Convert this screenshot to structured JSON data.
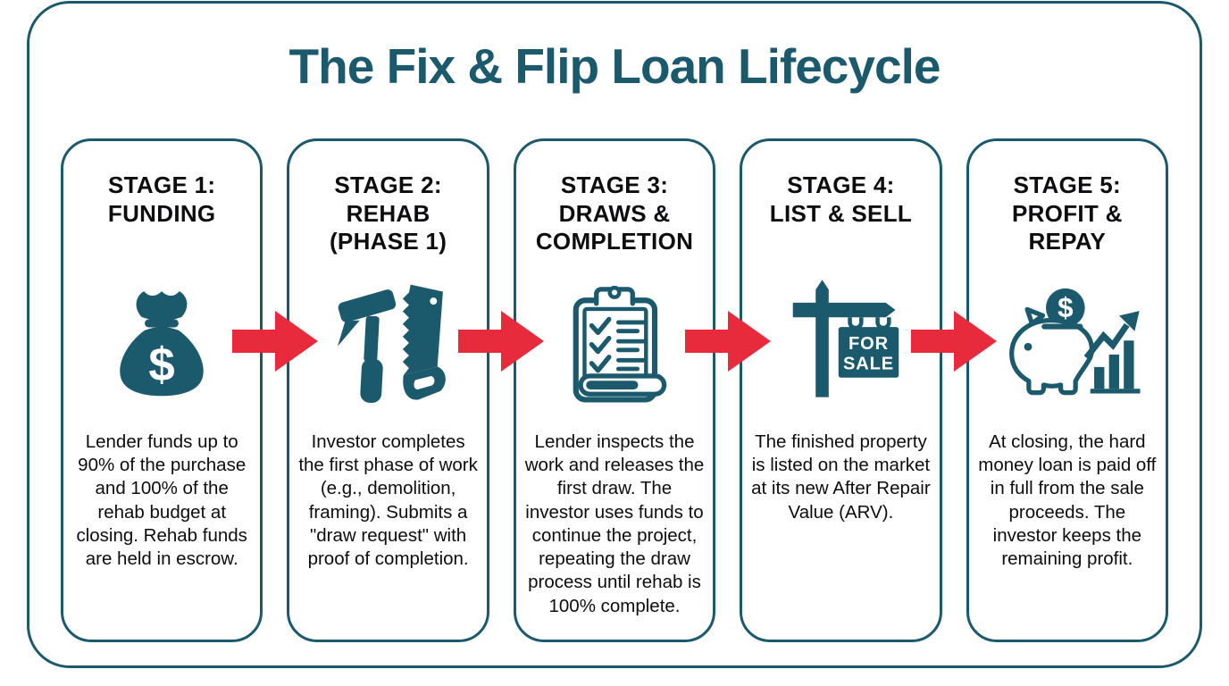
{
  "title": "The Fix & Flip Loan Lifecycle",
  "colors": {
    "teal": "#1B5A6C",
    "arrow_red": "#E72A3C",
    "heading_text": "#0D0D0F",
    "background": "#FFFFFF"
  },
  "glyphs": {
    "dollar": "$"
  },
  "stages": [
    {
      "heading_lines": [
        "STAGE 1:",
        "FUNDING"
      ],
      "icon": "money-bag-icon",
      "body": "Lender funds up to 90% of the purchase and 100% of the rehab budget at closing. Rehab funds are held in escrow."
    },
    {
      "heading_lines": [
        "STAGE 2:",
        "REHAB",
        "(PHASE 1)"
      ],
      "icon": "hammer-and-saw-icon",
      "body": "Investor completes the first phase of work (e.g., demolition, framing). Submits a \"draw request\" with proof of completion."
    },
    {
      "heading_lines": [
        "STAGE 3:",
        "DRAWS &",
        "COMPLETION"
      ],
      "icon": "checklist-clipboard-icon",
      "body": "Lender inspects the work and releases the first draw. The investor uses funds to continue the project, repeating the draw process until rehab is 100% complete."
    },
    {
      "heading_lines": [
        "STAGE 4:",
        "LIST & SELL"
      ],
      "icon": "for-sale-sign-icon",
      "sign_lines": [
        "FOR",
        "SALE"
      ],
      "body": "The finished property is listed on the market at its new After Repair Value (ARV)."
    },
    {
      "heading_lines": [
        "STAGE 5:",
        "PROFIT &",
        "REPAY"
      ],
      "icon": "piggy-bank-growth-icon",
      "body": "At closing, the hard money loan is paid off in full from the sale proceeds. The investor keeps the remaining profit."
    }
  ]
}
